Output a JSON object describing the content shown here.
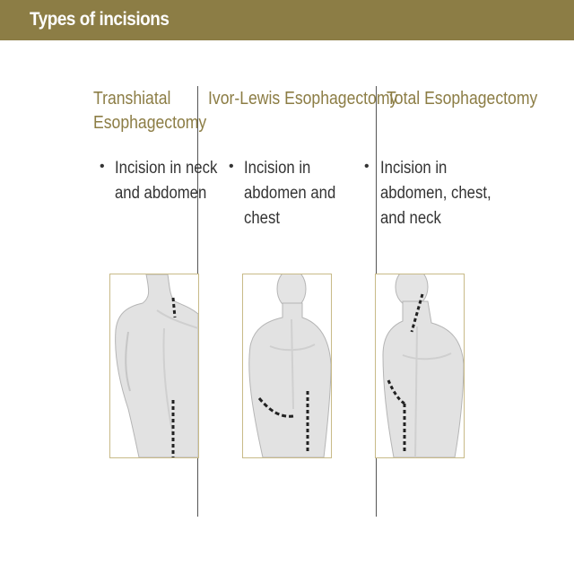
{
  "header": {
    "title": "Types of incisions",
    "bg_color": "#8c7d45"
  },
  "columns": [
    {
      "title_lines": [
        "Transhiatal",
        "Esophagectomy"
      ],
      "bullet_lines": [
        "Incision in neck",
        "and abdomen"
      ],
      "figure_icon": "torso-figure-neck-abdomen-incision"
    },
    {
      "title_lines": [
        "Ivor-Lewis Esophagectomy"
      ],
      "bullet_lines": [
        "Incision in",
        "abdomen and",
        "chest"
      ],
      "figure_icon": "torso-figure-abdomen-chest-incision"
    },
    {
      "title_lines": [
        "Total Esophagectomy"
      ],
      "bullet_lines": [
        "Incision in",
        "abdomen, chest,",
        "and neck"
      ],
      "figure_icon": "torso-figure-abdomen-chest-neck-incision"
    }
  ],
  "accent_color": "#8c7d45"
}
